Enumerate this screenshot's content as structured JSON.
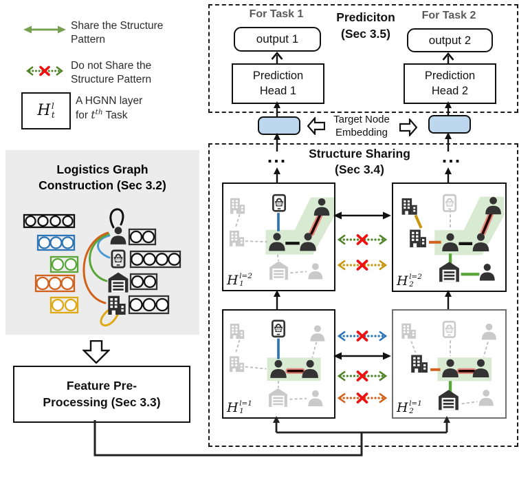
{
  "legend": {
    "share_line1": "Share the Structure",
    "share_line2": "Pattern",
    "no_share_line1": "Do not Share the",
    "no_share_line2": "Structure Pattern",
    "hgnn_symbol": {
      "base": "H",
      "sup": "l",
      "sub": "t"
    },
    "hgnn_desc_prefix": "A  HGNN layer",
    "hgnn_desc_for": "for",
    "hgnn_desc_var": "t",
    "hgnn_desc_sup": "th",
    "hgnn_desc_suffix": "Task"
  },
  "construction": {
    "title_line1": "Logistics Graph",
    "title_line2": "Construction (Sec 3.2)"
  },
  "preprocessing": {
    "title_line1": "Feature Pre-",
    "title_line2": "Processing (Sec 3.3)"
  },
  "prediction": {
    "title_line1": "Prediciton",
    "title_line2": "(Sec 3.5)",
    "for_task_1": "For Task 1",
    "for_task_2": "For Task 2",
    "output_1": "output 1",
    "output_2": "output 2",
    "head_1_line1": "Prediction",
    "head_1_line2": "Head 1",
    "head_2_line1": "Prediction",
    "head_2_line2": "Head 2"
  },
  "embedding": {
    "label_line1": "Target Node",
    "label_line2": "Embedding"
  },
  "sharing": {
    "title_line1": "Structure Sharing",
    "title_line2": "(Sec 3.4)",
    "ellipsis": "...",
    "layers": {
      "h1l2": {
        "base": "H",
        "sub": "1",
        "sup": "l=2"
      },
      "h2l2": {
        "base": "H",
        "sub": "2",
        "sup": "l=2"
      },
      "h1l1": {
        "base": "H",
        "sub": "1",
        "sup": "l=1"
      },
      "h2l1": {
        "base": "H",
        "sub": "2",
        "sup": "l=1"
      }
    }
  },
  "icons": {
    "person": "person-icon",
    "building": "building-icon",
    "warehouse": "warehouse-icon",
    "online_shop": "shop-tablet-icon",
    "share": "double-arrow-icon",
    "no_share": "red-x-icon",
    "flow": "hollow-block-arrow-icon"
  },
  "colors": {
    "edge_blue": "#2e75b6",
    "edge_green": "#58a637",
    "edge_orange": "#d2601a",
    "edge_gold": "#c8960c",
    "edge_yellow": "#e0a810",
    "share_green_solid": "#78a052",
    "share_green_dotted": "#4f8327",
    "red_x": "#ee1111",
    "red_glow": "#e8736a",
    "pill_blue": "#bdd7ee",
    "highlight_green": "#d9ead3",
    "panel_gray": "#ececec",
    "icon_dark": "#333333",
    "icon_faded": "#c9c9c9"
  }
}
